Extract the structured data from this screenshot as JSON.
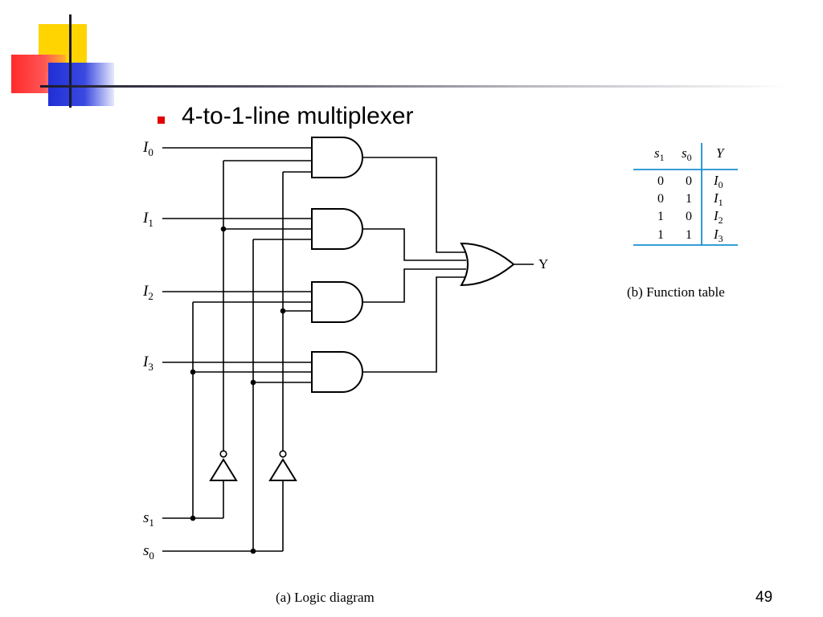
{
  "slide": {
    "title": "4-to-1-line multiplexer",
    "page_number": "49"
  },
  "logic_diagram": {
    "inputs": [
      {
        "base": "I",
        "sub": "0"
      },
      {
        "base": "I",
        "sub": "1"
      },
      {
        "base": "I",
        "sub": "2"
      },
      {
        "base": "I",
        "sub": "3"
      }
    ],
    "selects": [
      {
        "base": "s",
        "sub": "1"
      },
      {
        "base": "s",
        "sub": "0"
      }
    ],
    "output_label": "Y",
    "caption": "(a) Logic diagram"
  },
  "function_table": {
    "headers": [
      {
        "base": "s",
        "sub": "1"
      },
      {
        "base": "s",
        "sub": "0"
      },
      {
        "base": "Y",
        "sub": ""
      }
    ],
    "rows": [
      {
        "s1": "0",
        "s0": "0",
        "y_base": "I",
        "y_sub": "0"
      },
      {
        "s1": "0",
        "s0": "1",
        "y_base": "I",
        "y_sub": "1"
      },
      {
        "s1": "1",
        "s0": "0",
        "y_base": "I",
        "y_sub": "2"
      },
      {
        "s1": "1",
        "s0": "1",
        "y_base": "I",
        "y_sub": "3"
      }
    ],
    "caption": "(b) Function table"
  },
  "colors": {
    "table_rule": "#1a8fd0",
    "bullet": "#e00000"
  }
}
